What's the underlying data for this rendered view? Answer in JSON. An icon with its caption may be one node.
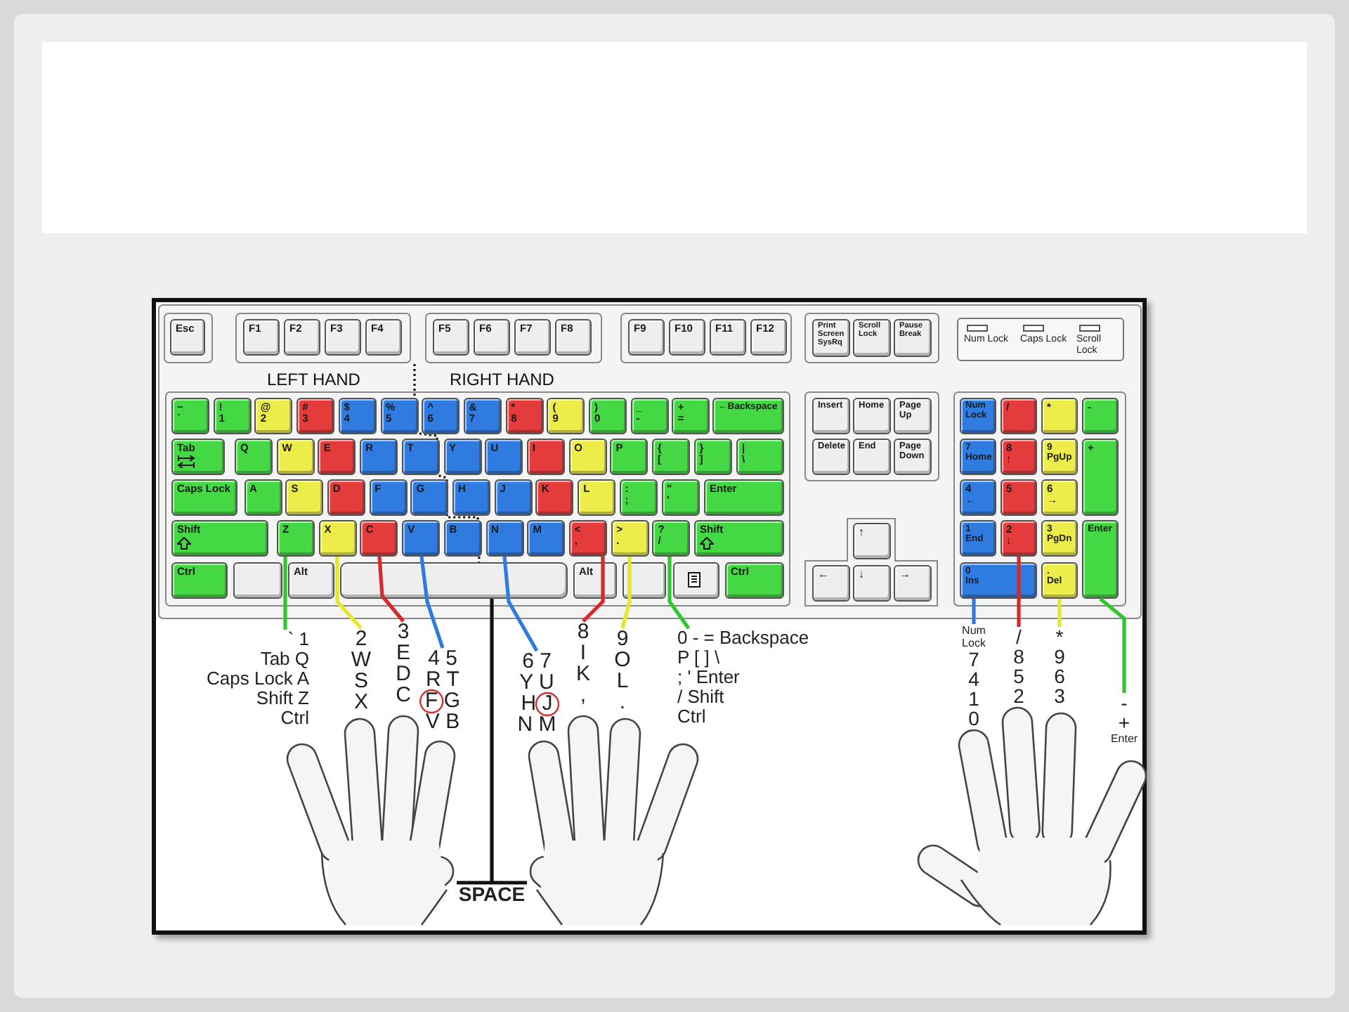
{
  "diagram": {
    "nodes": [
      {
        "text": [
          "Esc"
        ]
      },
      {
        "text": [
          "F1"
        ]
      },
      {
        "text": [
          "F2"
        ]
      },
      {
        "text": [
          "F3"
        ]
      },
      {
        "text": [
          "F4"
        ]
      },
      {
        "text": [
          "F5"
        ]
      },
      {
        "text": [
          "F6"
        ]
      },
      {
        "text": [
          "F7"
        ]
      },
      {
        "text": [
          "F8"
        ]
      },
      {
        "text": [
          "F9"
        ]
      },
      {
        "text": [
          "F10"
        ]
      },
      {
        "text": [
          "F11"
        ]
      },
      {
        "text": [
          "F12"
        ]
      },
      {
        "text": [
          "Print Screen",
          "SysRq"
        ]
      },
      {
        "text": [
          "Scroll Lock"
        ]
      },
      {
        "text": [
          "Pause",
          "Break"
        ]
      },
      {
        "text": [
          "Num Lock",
          "Caps Lock",
          "Scroll Lock"
        ]
      },
      {
        "text": [
          "~",
          "`"
        ]
      },
      {
        "text": [
          "!",
          "1"
        ]
      },
      {
        "text": [
          "@",
          "2"
        ]
      },
      {
        "text": [
          "#",
          "3"
        ]
      },
      {
        "text": [
          "$",
          "4"
        ]
      },
      {
        "text": [
          "%",
          "5"
        ]
      },
      {
        "text": [
          "^",
          "6"
        ]
      },
      {
        "text": [
          "&",
          "7"
        ]
      },
      {
        "text": [
          "*",
          "8"
        ]
      },
      {
        "text": [
          "(",
          "9"
        ]
      },
      {
        "text": [
          ")",
          "0"
        ]
      },
      {
        "text": [
          "_",
          "-"
        ]
      },
      {
        "text": [
          "+",
          "="
        ]
      },
      {
        "text": [
          "←Backspace"
        ]
      },
      {
        "text": [
          "Tab"
        ]
      },
      {
        "text": [
          "Q"
        ]
      },
      {
        "text": [
          "W"
        ]
      },
      {
        "text": [
          "E"
        ]
      },
      {
        "text": [
          "R"
        ]
      },
      {
        "text": [
          "T"
        ]
      },
      {
        "text": [
          "Y"
        ]
      },
      {
        "text": [
          "U"
        ]
      },
      {
        "text": [
          "I"
        ]
      },
      {
        "text": [
          "O"
        ]
      },
      {
        "text": [
          "P"
        ]
      },
      {
        "text": [
          "{",
          "["
        ]
      },
      {
        "text": [
          "}",
          "]"
        ]
      },
      {
        "text": [
          "|",
          "\\"
        ]
      },
      {
        "text": [
          "Caps Lock"
        ]
      },
      {
        "text": [
          "A"
        ]
      },
      {
        "text": [
          "S"
        ]
      },
      {
        "text": [
          "D"
        ]
      },
      {
        "text": [
          "F"
        ]
      },
      {
        "text": [
          "G"
        ]
      },
      {
        "text": [
          "H"
        ]
      },
      {
        "text": [
          "J"
        ]
      },
      {
        "text": [
          "K"
        ]
      },
      {
        "text": [
          "L"
        ]
      },
      {
        "text": [
          ":",
          ";"
        ]
      },
      {
        "text": [
          "\"",
          "'"
        ]
      },
      {
        "text": [
          "Enter"
        ]
      },
      {
        "text": [
          "Shift"
        ]
      },
      {
        "text": [
          "Z"
        ]
      },
      {
        "text": [
          "X"
        ]
      },
      {
        "text": [
          "C"
        ]
      },
      {
        "text": [
          "V"
        ]
      },
      {
        "text": [
          "B"
        ]
      },
      {
        "text": [
          "N"
        ]
      },
      {
        "text": [
          "M"
        ]
      },
      {
        "text": [
          "<",
          ","
        ]
      },
      {
        "text": [
          ">",
          "."
        ]
      },
      {
        "text": [
          "?",
          "/"
        ]
      },
      {
        "text": [
          "Shift"
        ]
      },
      {
        "text": [
          "Ctrl"
        ]
      },
      {
        "text": [],
        "shape": "box"
      },
      {
        "text": [
          "Alt"
        ]
      },
      {
        "text": [],
        "shape": "bar"
      },
      {
        "text": [
          "Alt"
        ]
      },
      {
        "text": [],
        "shape": "box"
      },
      {
        "text": [],
        "shape": "box"
      },
      {
        "text": [
          "Ctrl"
        ]
      },
      {
        "text": [
          "Insert"
        ]
      },
      {
        "text": [
          "Home"
        ]
      },
      {
        "text": [
          "Page Up"
        ]
      },
      {
        "text": [
          "Delete"
        ]
      },
      {
        "text": [
          "End"
        ]
      },
      {
        "text": [
          "Page Down"
        ]
      },
      {
        "text": [
          "↑"
        ]
      },
      {
        "text": [
          "←"
        ]
      },
      {
        "text": [
          "↓"
        ]
      },
      {
        "text": [
          "→"
        ]
      },
      {
        "text": [
          "Num Lock"
        ]
      },
      {
        "text": [
          "/"
        ]
      },
      {
        "text": [
          "*"
        ]
      },
      {
        "text": [
          "-"
        ]
      },
      {
        "text": [
          "7",
          "Home"
        ]
      },
      {
        "text": [
          "8",
          "↑"
        ]
      },
      {
        "text": [
          "9",
          "PgUp"
        ]
      },
      {
        "text": [
          "+"
        ]
      },
      {
        "text": [
          "4",
          "←"
        ]
      },
      {
        "text": [
          "5"
        ]
      },
      {
        "text": [
          "6",
          "→"
        ]
      },
      {
        "text": [
          "1",
          "End"
        ]
      },
      {
        "text": [
          "2",
          "↓"
        ]
      },
      {
        "text": [
          "3",
          "PgDn"
        ]
      },
      {
        "text": [
          "Enter"
        ]
      },
      {
        "text": [
          "0",
          "Ins"
        ]
      },
      {
        "text": [
          ".",
          "Del"
        ]
      },
      {
        "text": [
          "` 1",
          "Tab Q",
          "Caps Lock A",
          "Shift Z",
          "Ctrl"
        ]
      },
      {
        "text": [
          "2",
          "W",
          "S",
          "X"
        ]
      },
      {
        "text": [
          "3",
          "E",
          "D",
          "C"
        ]
      },
      {
        "text": [
          "4 5",
          "R T",
          "F G",
          "V B"
        ]
      },
      {
        "text": [
          "SPACE"
        ]
      },
      {
        "text": [
          "6 7",
          "Y U",
          "H J",
          "N M"
        ]
      },
      {
        "text": [
          "8",
          "I",
          "K",
          ","
        ]
      },
      {
        "text": [
          "9",
          "O",
          "L",
          "."
        ]
      },
      {
        "text": [
          "0 - = Backspace",
          "P [ ] \\",
          "; ' Enter",
          "/ Shift",
          "Ctrl"
        ]
      },
      {
        "text": [
          "Num Lock",
          "7",
          "4",
          "1",
          "0"
        ]
      },
      {
        "text": [
          "/",
          "8",
          "5",
          "2"
        ]
      },
      {
        "text": [
          "*",
          "9",
          "6",
          "3"
        ]
      },
      {
        "text": [
          "-",
          "+",
          "Enter"
        ]
      }
    ],
    "edges": [
      {
        "from": 59,
        "to": 105,
        "arrow": "none",
        "color": "#2fc72f"
      },
      {
        "from": 60,
        "to": 106,
        "arrow": "none",
        "color": "#e6e62a"
      },
      {
        "from": 61,
        "to": 107,
        "arrow": "none",
        "color": "#d42a2a"
      },
      {
        "from": 62,
        "to": 108,
        "arrow": "none",
        "color": "#2f7be0"
      },
      {
        "from": 73,
        "to": 109,
        "arrow": "other",
        "color": "#111111"
      },
      {
        "from": 64,
        "to": 110,
        "arrow": "none",
        "color": "#2f7be0"
      },
      {
        "from": 66,
        "to": 111,
        "arrow": "none",
        "color": "#d42a2a"
      },
      {
        "from": 67,
        "to": 112,
        "arrow": "none",
        "color": "#e6e62a"
      },
      {
        "from": 68,
        "to": 113,
        "arrow": "none",
        "color": "#2fc72f"
      },
      {
        "from": 103,
        "to": 114,
        "arrow": "none",
        "color": "#2f7be0"
      },
      {
        "from": 100,
        "to": 115,
        "arrow": "none",
        "color": "#d42a2a"
      },
      {
        "from": 104,
        "to": 116,
        "arrow": "none",
        "color": "#e6e62a"
      },
      {
        "from": 102,
        "to": 117,
        "arrow": "none",
        "color": "#2fc72f"
      }
    ],
    "labels": [
      "LEFT HAND",
      "RIGHT HAND"
    ]
  }
}
